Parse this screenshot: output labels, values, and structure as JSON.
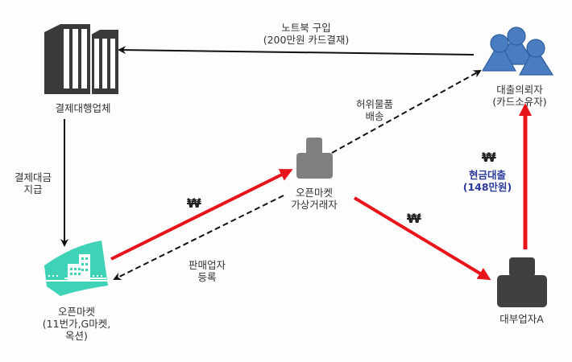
{
  "nodes": {
    "payment_agency": {
      "label": "결제대행업체",
      "icon": "office-buildings-icon"
    },
    "open_market": {
      "label_lines": [
        "오픈마켓",
        "(11번가,G마켓,",
        "옥션)"
      ],
      "icon": "building-icon",
      "color": "#3ed3b6"
    },
    "fake_trader": {
      "label_lines": [
        "오픈마켓",
        "가상거래자"
      ],
      "icon": "person-icon",
      "color": "#7f7f7f"
    },
    "lender": {
      "label_lines": [
        "대부업자A"
      ],
      "icon": "person-icon",
      "color": "#404040"
    },
    "borrower": {
      "label_lines": [
        "대출의뢰자",
        "(카드소유자)"
      ],
      "icon": "people-group-icon",
      "color": "#4a7cc1"
    }
  },
  "edges": {
    "purchase": {
      "label_lines": [
        "노트북 구입",
        "(200만원 카드결재)"
      ]
    },
    "fake_delivery": {
      "label_lines": [
        "허위물품",
        "배송"
      ]
    },
    "payment": {
      "label_lines": [
        "결제대금",
        "지급"
      ]
    },
    "seller_registration": {
      "label_lines": [
        "판매업자",
        "등록"
      ]
    },
    "cash_loan": {
      "label_lines": [
        "현금대출",
        "(148만원)"
      ]
    },
    "won_symbol": "₩"
  },
  "colors": {
    "red_arrow": "#e8141c",
    "black_arrow": "#111111",
    "loan_text": "#2b3a9a"
  }
}
